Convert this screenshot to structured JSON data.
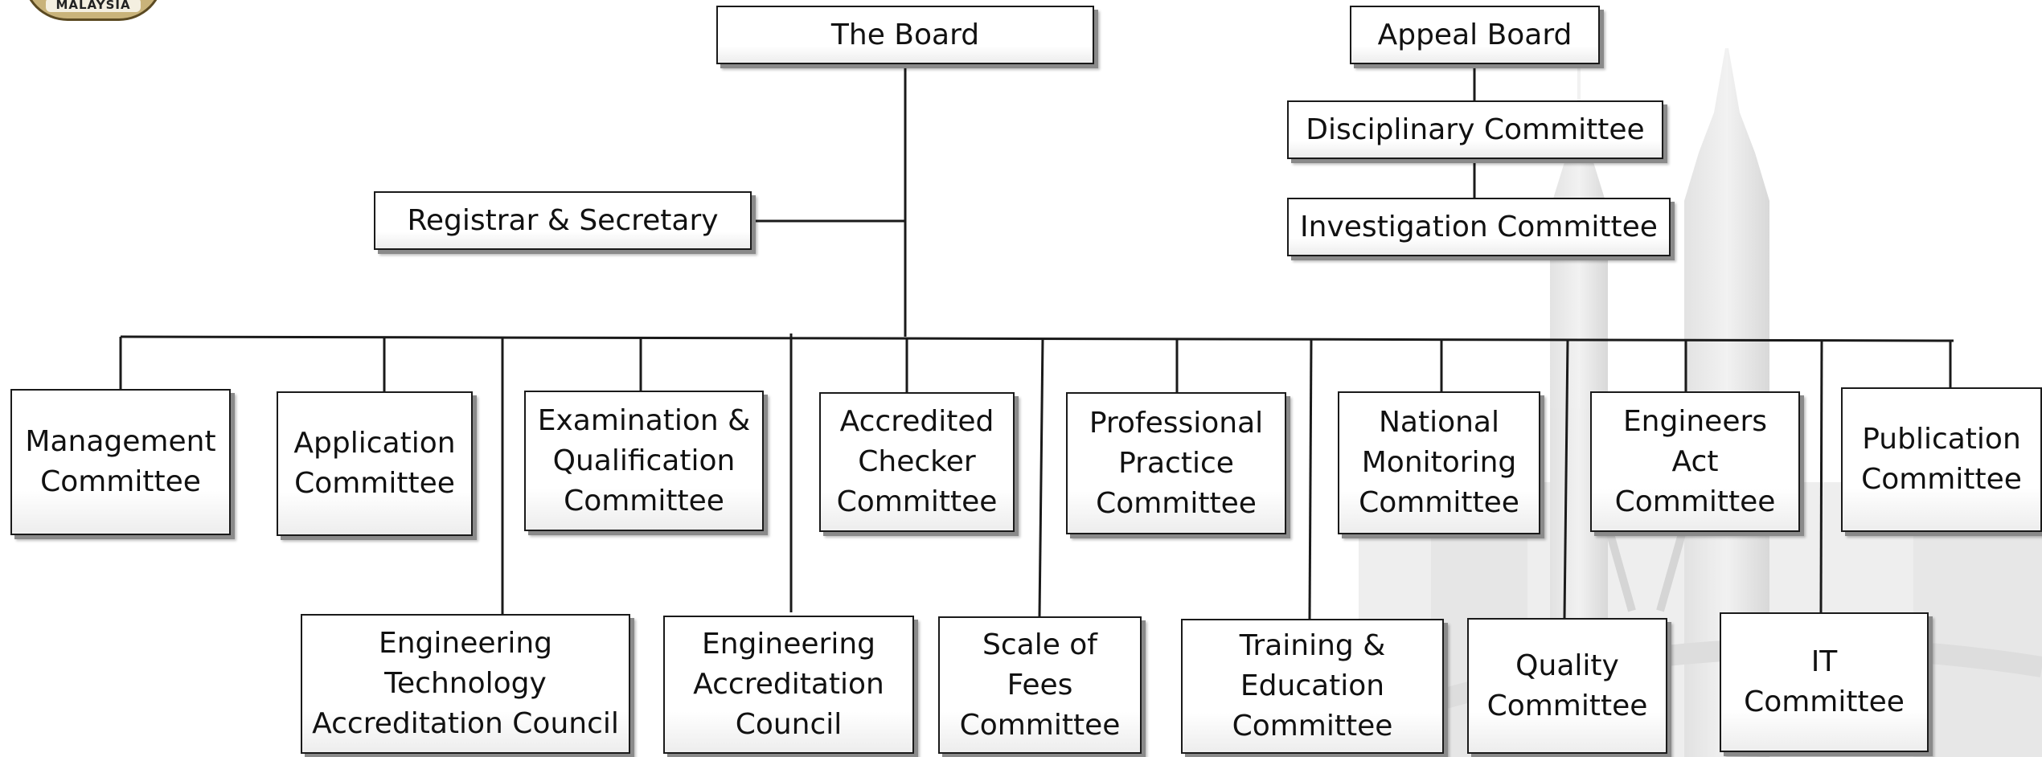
{
  "logo": {
    "text": "MALAYSIA"
  },
  "nodes": {
    "board": "The Board",
    "appeal": "Appeal Board",
    "disciplinary": "Disciplinary Committee",
    "investigation": "Investigation Committee",
    "registrar": "Registrar & Secretary",
    "management": "Management\nCommittee",
    "application": "Application\nCommittee",
    "examination": "Examination &\nQualification\nCommittee",
    "accredited_checker": "Accredited\nChecker\nCommittee",
    "professional_practice": "Professional\nPractice\nCommittee",
    "national_monitoring": "National\nMonitoring\nCommittee",
    "engineers_act": "Engineers\nAct\nCommittee",
    "publication": "Publication\nCommittee",
    "etac": "Engineering\nTechnology\nAccreditation Council",
    "eac": "Engineering\nAccreditation\nCouncil",
    "scale_of_fees": "Scale of\nFees\nCommittee",
    "training_education": "Training &\nEducation\nCommittee",
    "quality": "Quality\nCommittee",
    "it": "IT\nCommittee"
  }
}
